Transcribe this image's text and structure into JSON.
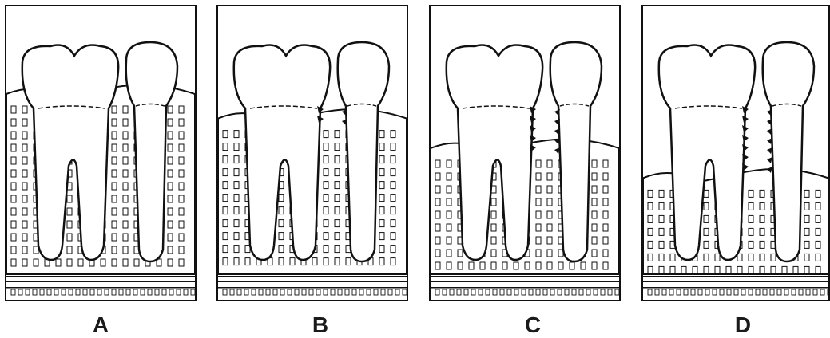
{
  "panels": [
    {
      "id": "A",
      "label": "A",
      "bone_level": 0.0
    },
    {
      "id": "B",
      "label": "B",
      "bone_level": 0.18
    },
    {
      "id": "C",
      "label": "C",
      "bone_level": 0.4
    },
    {
      "id": "D",
      "label": "D",
      "bone_level": 0.62
    }
  ],
  "colors": {
    "ink": "#111111",
    "bone_dot": "#333333",
    "paper": "#ffffff"
  }
}
